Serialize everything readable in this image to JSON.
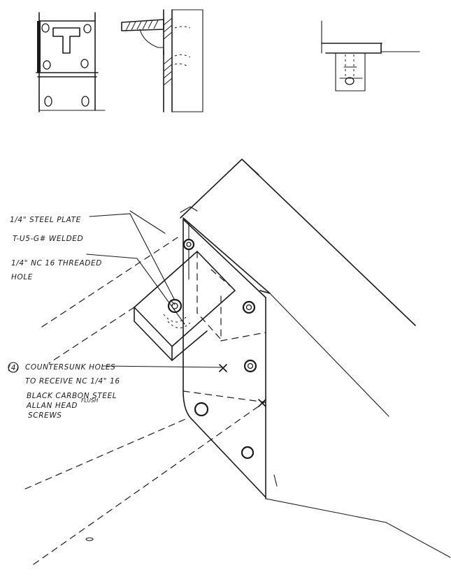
{
  "annotations": {
    "plate_line1": "1/4\" STEEL PLATE",
    "plate_line2": "T-U5-G# WELDED",
    "thread_line1": "1/4\" NC 16  THREADED",
    "thread_line2": "HOLE",
    "count_marker": "(4)",
    "holes_line1": "COUNTERSUNK HOLES",
    "holes_line2": "TO RECEIVE NC 1/4\" 16",
    "holes_line3": "BLACK CARBON STEEL",
    "holes_line4": "ALLAN HEAD",
    "holes_line4_insert": "FLUSH",
    "holes_line5": "SCREWS"
  },
  "colors": {
    "ink": "#1a1a1a",
    "paper": "#ffffff"
  }
}
